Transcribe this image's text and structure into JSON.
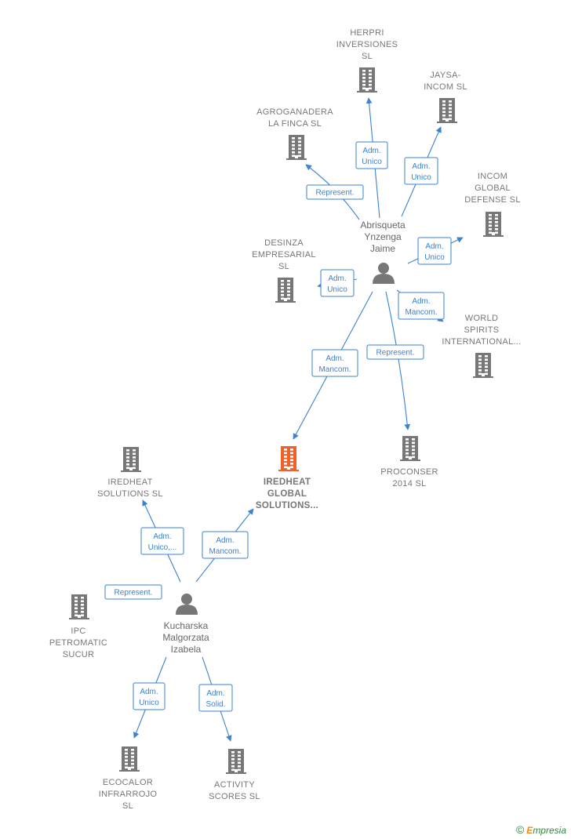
{
  "colors": {
    "building": "#777777",
    "building_center": "#f0602a",
    "person": "#777777",
    "edge": "#3b82d0",
    "footer_green": "#2f8a3f",
    "footer_orange": "#f08a1c"
  },
  "companies": [
    {
      "id": "herpri",
      "lines": [
        "HERPRI",
        "INVERSIONES",
        "SL"
      ]
    },
    {
      "id": "jaysa",
      "lines": [
        "JAYSA-",
        "INCOM  SL"
      ]
    },
    {
      "id": "agroganadera",
      "lines": [
        "AGROGANADERA",
        "LA FINCA  SL"
      ]
    },
    {
      "id": "incom",
      "lines": [
        "INCOM",
        "GLOBAL",
        "DEFENSE  SL"
      ]
    },
    {
      "id": "desinza",
      "lines": [
        "DESINZA",
        "EMPRESARIAL",
        "SL"
      ]
    },
    {
      "id": "world",
      "lines": [
        "WORLD",
        "SPIRITS",
        "INTERNATIONAL..."
      ]
    },
    {
      "id": "iredheat_global",
      "lines": [
        "IREDHEAT",
        "GLOBAL",
        "SOLUTIONS..."
      ],
      "center": true
    },
    {
      "id": "proconser",
      "lines": [
        "PROCONSER",
        "2014  SL"
      ]
    },
    {
      "id": "iredheat_solutions",
      "lines": [
        "IREDHEAT",
        "SOLUTIONS  SL"
      ]
    },
    {
      "id": "ipc",
      "lines": [
        "IPC",
        "PETROMATIC",
        "SUCUR"
      ]
    },
    {
      "id": "ecocalor",
      "lines": [
        "ECOCALOR",
        "INFRARROJO",
        "SL"
      ]
    },
    {
      "id": "activity",
      "lines": [
        "ACTIVITY",
        "SCORES SL"
      ]
    }
  ],
  "persons": [
    {
      "id": "abrisqueta",
      "lines": [
        "Abrisqueta",
        "Ynzenga",
        "Jaime"
      ]
    },
    {
      "id": "kucharska",
      "lines": [
        "Kucharska",
        "Malgorzata",
        "Izabela"
      ]
    }
  ],
  "edges": [
    {
      "from": "abrisqueta",
      "to": "herpri",
      "label": [
        "Adm.",
        "Unico"
      ]
    },
    {
      "from": "abrisqueta",
      "to": "jaysa",
      "label": [
        "Adm.",
        "Unico"
      ]
    },
    {
      "from": "abrisqueta",
      "to": "agroganadera",
      "label": [
        "Represent."
      ]
    },
    {
      "from": "abrisqueta",
      "to": "incom",
      "label": [
        "Adm.",
        "Unico"
      ]
    },
    {
      "from": "abrisqueta",
      "to": "desinza",
      "label": [
        "Adm.",
        "Unico"
      ]
    },
    {
      "from": "abrisqueta",
      "to": "world",
      "label": [
        "Adm.",
        "Mancom."
      ]
    },
    {
      "from": "abrisqueta",
      "to": "iredheat_global",
      "label": [
        "Adm.",
        "Mancom."
      ]
    },
    {
      "from": "abrisqueta",
      "to": "proconser",
      "label": [
        "Represent."
      ]
    },
    {
      "from": "kucharska",
      "to": "iredheat_solutions",
      "label": [
        "Adm.",
        "Unico,..."
      ]
    },
    {
      "from": "kucharska",
      "to": "iredheat_global",
      "label": [
        "Adm.",
        "Mancom."
      ]
    },
    {
      "from": "kucharska",
      "to": "ipc",
      "label": [
        "Represent."
      ]
    },
    {
      "from": "kucharska",
      "to": "ecocalor",
      "label": [
        "Adm.",
        "Unico"
      ]
    },
    {
      "from": "kucharska",
      "to": "activity",
      "label": [
        "Adm.",
        "Solid."
      ]
    }
  ],
  "footer": {
    "copyright": "©",
    "brand_initial": "E",
    "brand_rest": "mpresia"
  }
}
